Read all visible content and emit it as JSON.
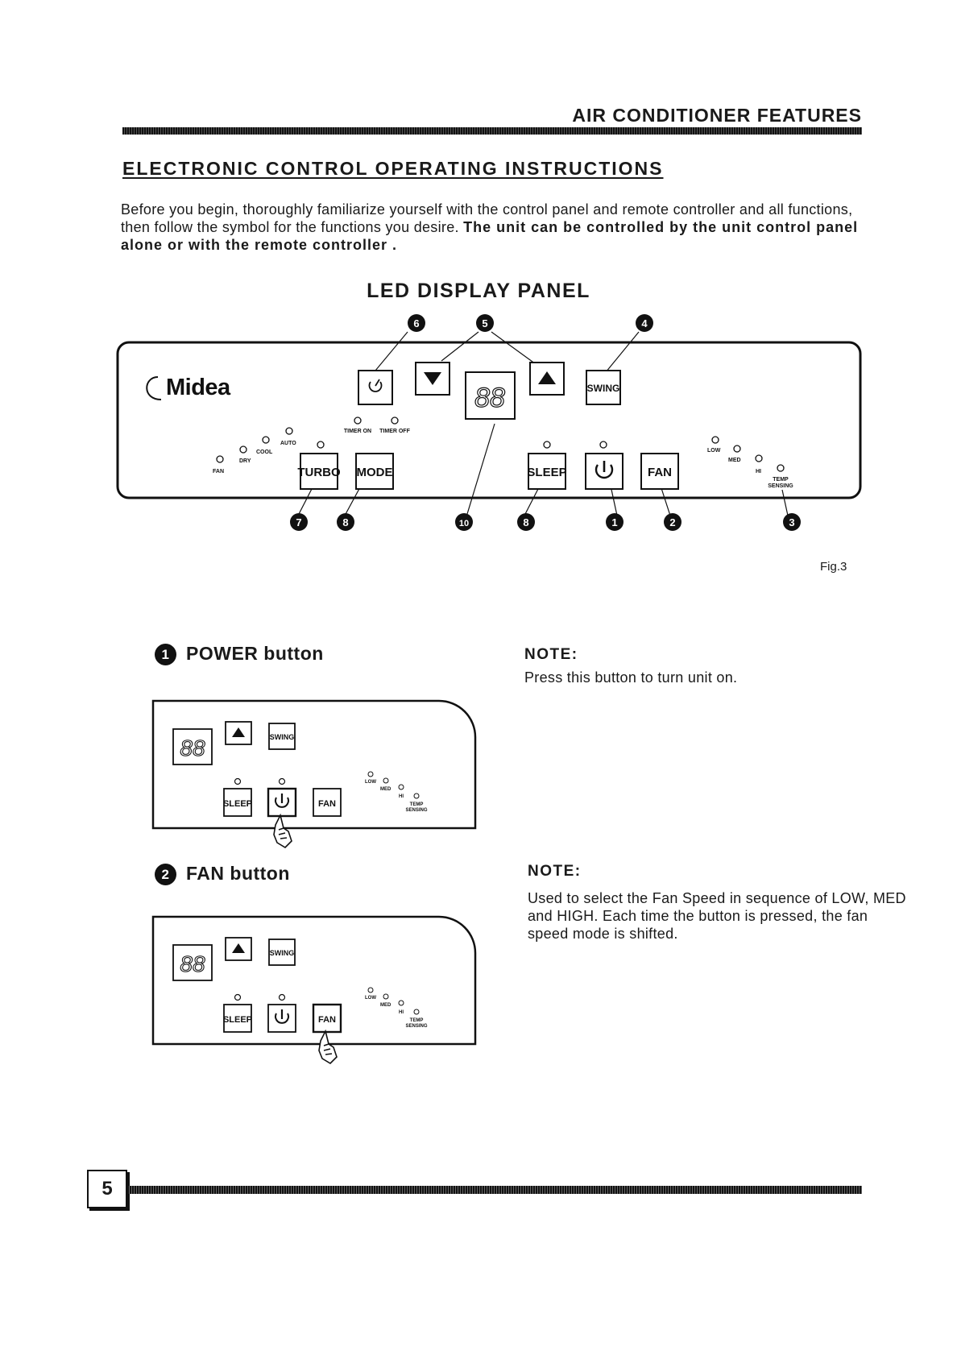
{
  "header": {
    "section": "AIR CONDITIONER FEATURES"
  },
  "page": {
    "title": "ELECTRONIC CONTROL OPERATING INSTRUCTIONS",
    "intro_plain": "Before you begin, thoroughly familiarize yourself with the control panel and remote controller and all functions, then follow the symbol for the functions you desire.",
    "intro_bold": "The unit can be controlled by the unit control panel alone or with the remote controller ."
  },
  "panel": {
    "title": "LED DISPLAY PANEL",
    "brand": "Midea",
    "display": "88",
    "buttons": {
      "swing": "SWING",
      "turbo": "TURBO",
      "mode": "MODE",
      "sleep": "SLEEP",
      "fan": "FAN"
    },
    "mode_leds": {
      "fan": "FAN",
      "dry": "DRY",
      "cool": "COOL",
      "auto": "AUTO"
    },
    "timer_leds": {
      "on": "TIMER ON",
      "off": "TIMER OFF"
    },
    "speed_leds": {
      "low": "LOW",
      "med": "MED",
      "hi": "HI",
      "temp": "TEMP",
      "sensing": "SENSING"
    },
    "callouts": {
      "c1": "1",
      "c2": "2",
      "c3": "3",
      "c4": "4",
      "c5": "5",
      "c6": "6",
      "c7": "7",
      "c8": "8",
      "c10": "10"
    },
    "fig_label": "Fig.3"
  },
  "features": [
    {
      "num": "1",
      "title": "POWER button",
      "note_heading": "NOTE:",
      "note_text": "Press this button to turn unit on."
    },
    {
      "num": "2",
      "title": "FAN button",
      "note_heading": "NOTE:",
      "note_text": "Used to select the Fan Speed in sequence of LOW, MED and HIGH. Each time the button is pressed, the fan speed mode is shifted."
    }
  ],
  "footer": {
    "page_number": "5"
  }
}
